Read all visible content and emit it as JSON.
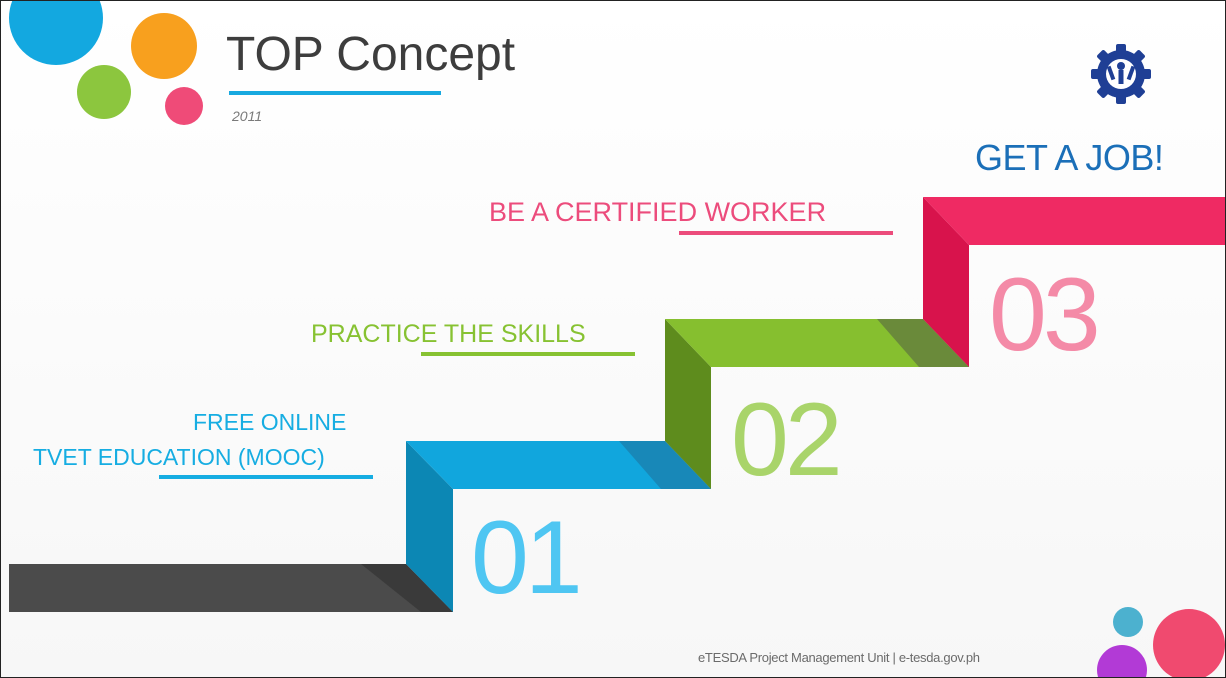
{
  "title": "TOP Concept",
  "year": "2011",
  "goal": "GET A JOB!",
  "steps": [
    {
      "number": "01",
      "line1": "FREE ONLINE",
      "line2": "TVET EDUCATION (MOOC)",
      "color": "#16ade2",
      "number_color": "#4fc6f2"
    },
    {
      "number": "02",
      "line1": "PRACTICE THE SKILLS",
      "color": "#87c232",
      "number_color": "#a9d46a"
    },
    {
      "number": "03",
      "line1": "BE A CERTIFIED WORKER",
      "color": "#ec4c7c",
      "number_color": "#f48aa7"
    }
  ],
  "footer": "eTESDA Project Management Unit | e-tesda.gov.ph",
  "logo": "tesda-gear-logo-icon",
  "colors": {
    "title": "#3d3d3d",
    "title_underline": "#18a9e0",
    "goal": "#1b6fb8",
    "logo": "#1f3f95",
    "stair_gray": "#4a4a4a",
    "stair_blue": "#11a6dd",
    "stair_green": "#86bf2f",
    "stair_pink": "#ef2a63"
  }
}
